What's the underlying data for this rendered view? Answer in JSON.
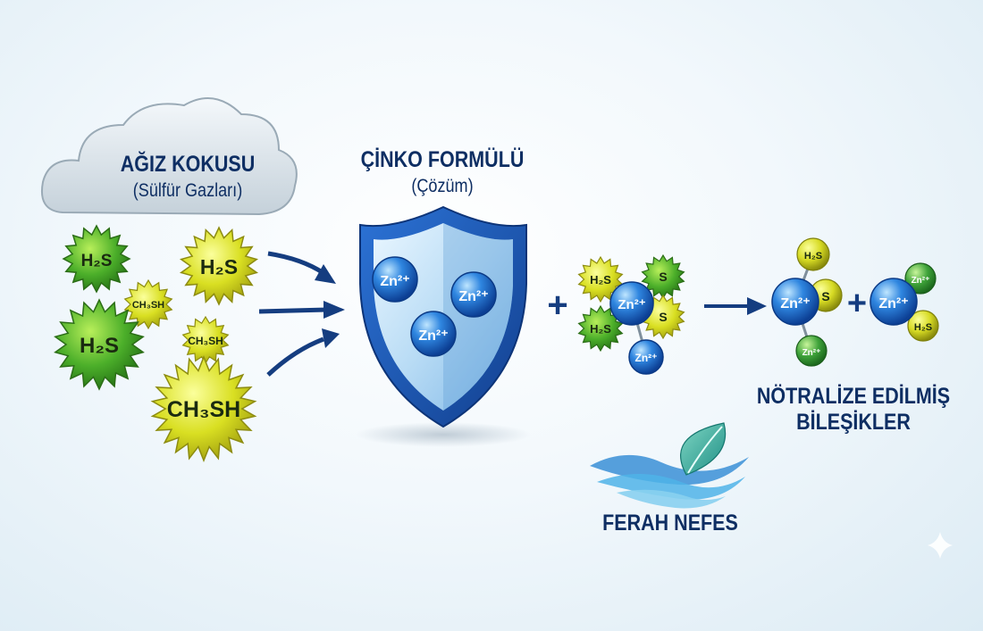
{
  "problem": {
    "title": "AĞIZ KOKUSU",
    "subtitle": "(Sülfür Gazları)"
  },
  "solution": {
    "title": "ÇİNKO FORMÜLÜ",
    "subtitle": "(Çözüm)"
  },
  "result": {
    "title_line1": "NÖTRALİZE EDİLMİŞ",
    "title_line2": "BİLEŞİKLER"
  },
  "benefit": {
    "title": "FERAH NEFES"
  },
  "formulas": {
    "h2s": "H₂S",
    "ch3sh": "CH₃SH",
    "s": "S",
    "zn": "Zn²⁺"
  },
  "operators": {
    "plus": "+"
  },
  "colors": {
    "title": "#0e2e63",
    "gas_green": "#4caf2a",
    "gas_yellow": "#d9df22",
    "zinc_blue": "#1f6fce",
    "shield_blue": "#1f5ab8",
    "leaf": "#3fb6a6",
    "wave": "#2d9be0"
  },
  "icons": [
    "cloud-icon",
    "shield-icon",
    "arrow-icon",
    "leaf-icon",
    "wave-icon",
    "sparkle-icon"
  ]
}
